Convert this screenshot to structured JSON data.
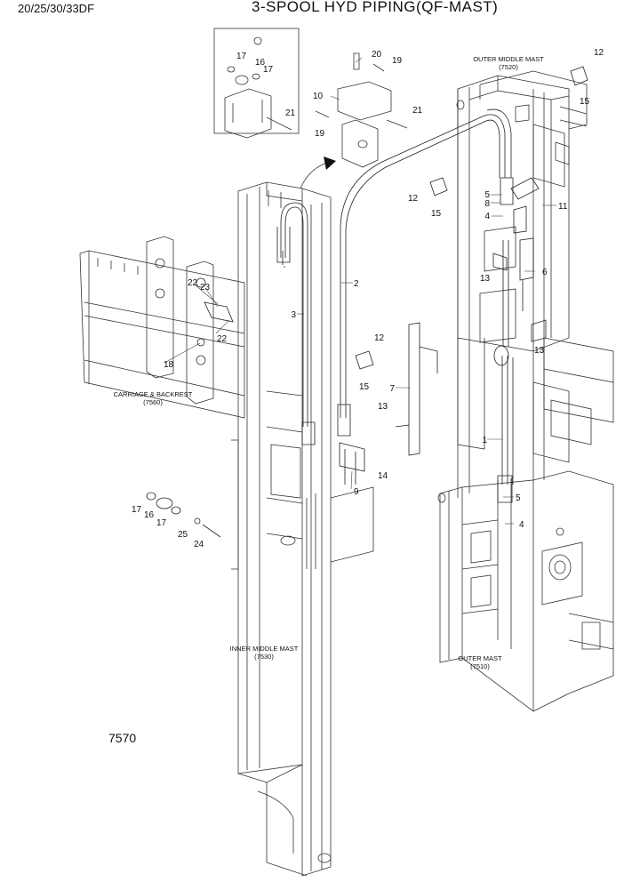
{
  "header": {
    "model": "20/25/30/33DF",
    "title": "3-SPOOL HYD PIPING(QF-MAST)"
  },
  "page_code": "7570",
  "captions": {
    "outer_middle_mast": "OUTER MIDDLE MAST",
    "outer_middle_mast_code": "(7520)",
    "carriage_backrest": "CARRIAGE & BACKREST",
    "carriage_backrest_code": "(7560)",
    "inner_middle_mast": "INNER MIDDLE MAST",
    "inner_middle_mast_code": "(7530)",
    "outer_mast": "OUTER MAST",
    "outer_mast_code": "(7510)"
  },
  "callouts": {
    "c1": "1",
    "c2": "2",
    "c3": "3",
    "c4a": "4",
    "c4b": "4",
    "c5a": "5",
    "c5b": "5",
    "c6": "6",
    "c7": "7",
    "c8": "8",
    "c9": "9",
    "c10": "10",
    "c11": "11",
    "c12a": "12",
    "c12b": "12",
    "c12c": "12",
    "c13a": "13",
    "c13b": "13",
    "c13c": "13",
    "c14": "14",
    "c15a": "15",
    "c15b": "15",
    "c15c": "15",
    "c16a": "16",
    "c16b": "16",
    "c17a": "17",
    "c17b": "17",
    "c17c": "17",
    "c17d": "17",
    "c18": "18",
    "c19a": "19",
    "c19b": "19",
    "c20": "20",
    "c21a": "21",
    "c21b": "21",
    "c22a": "22",
    "c22b": "22",
    "c23": "23",
    "c24": "24",
    "c25": "25"
  }
}
